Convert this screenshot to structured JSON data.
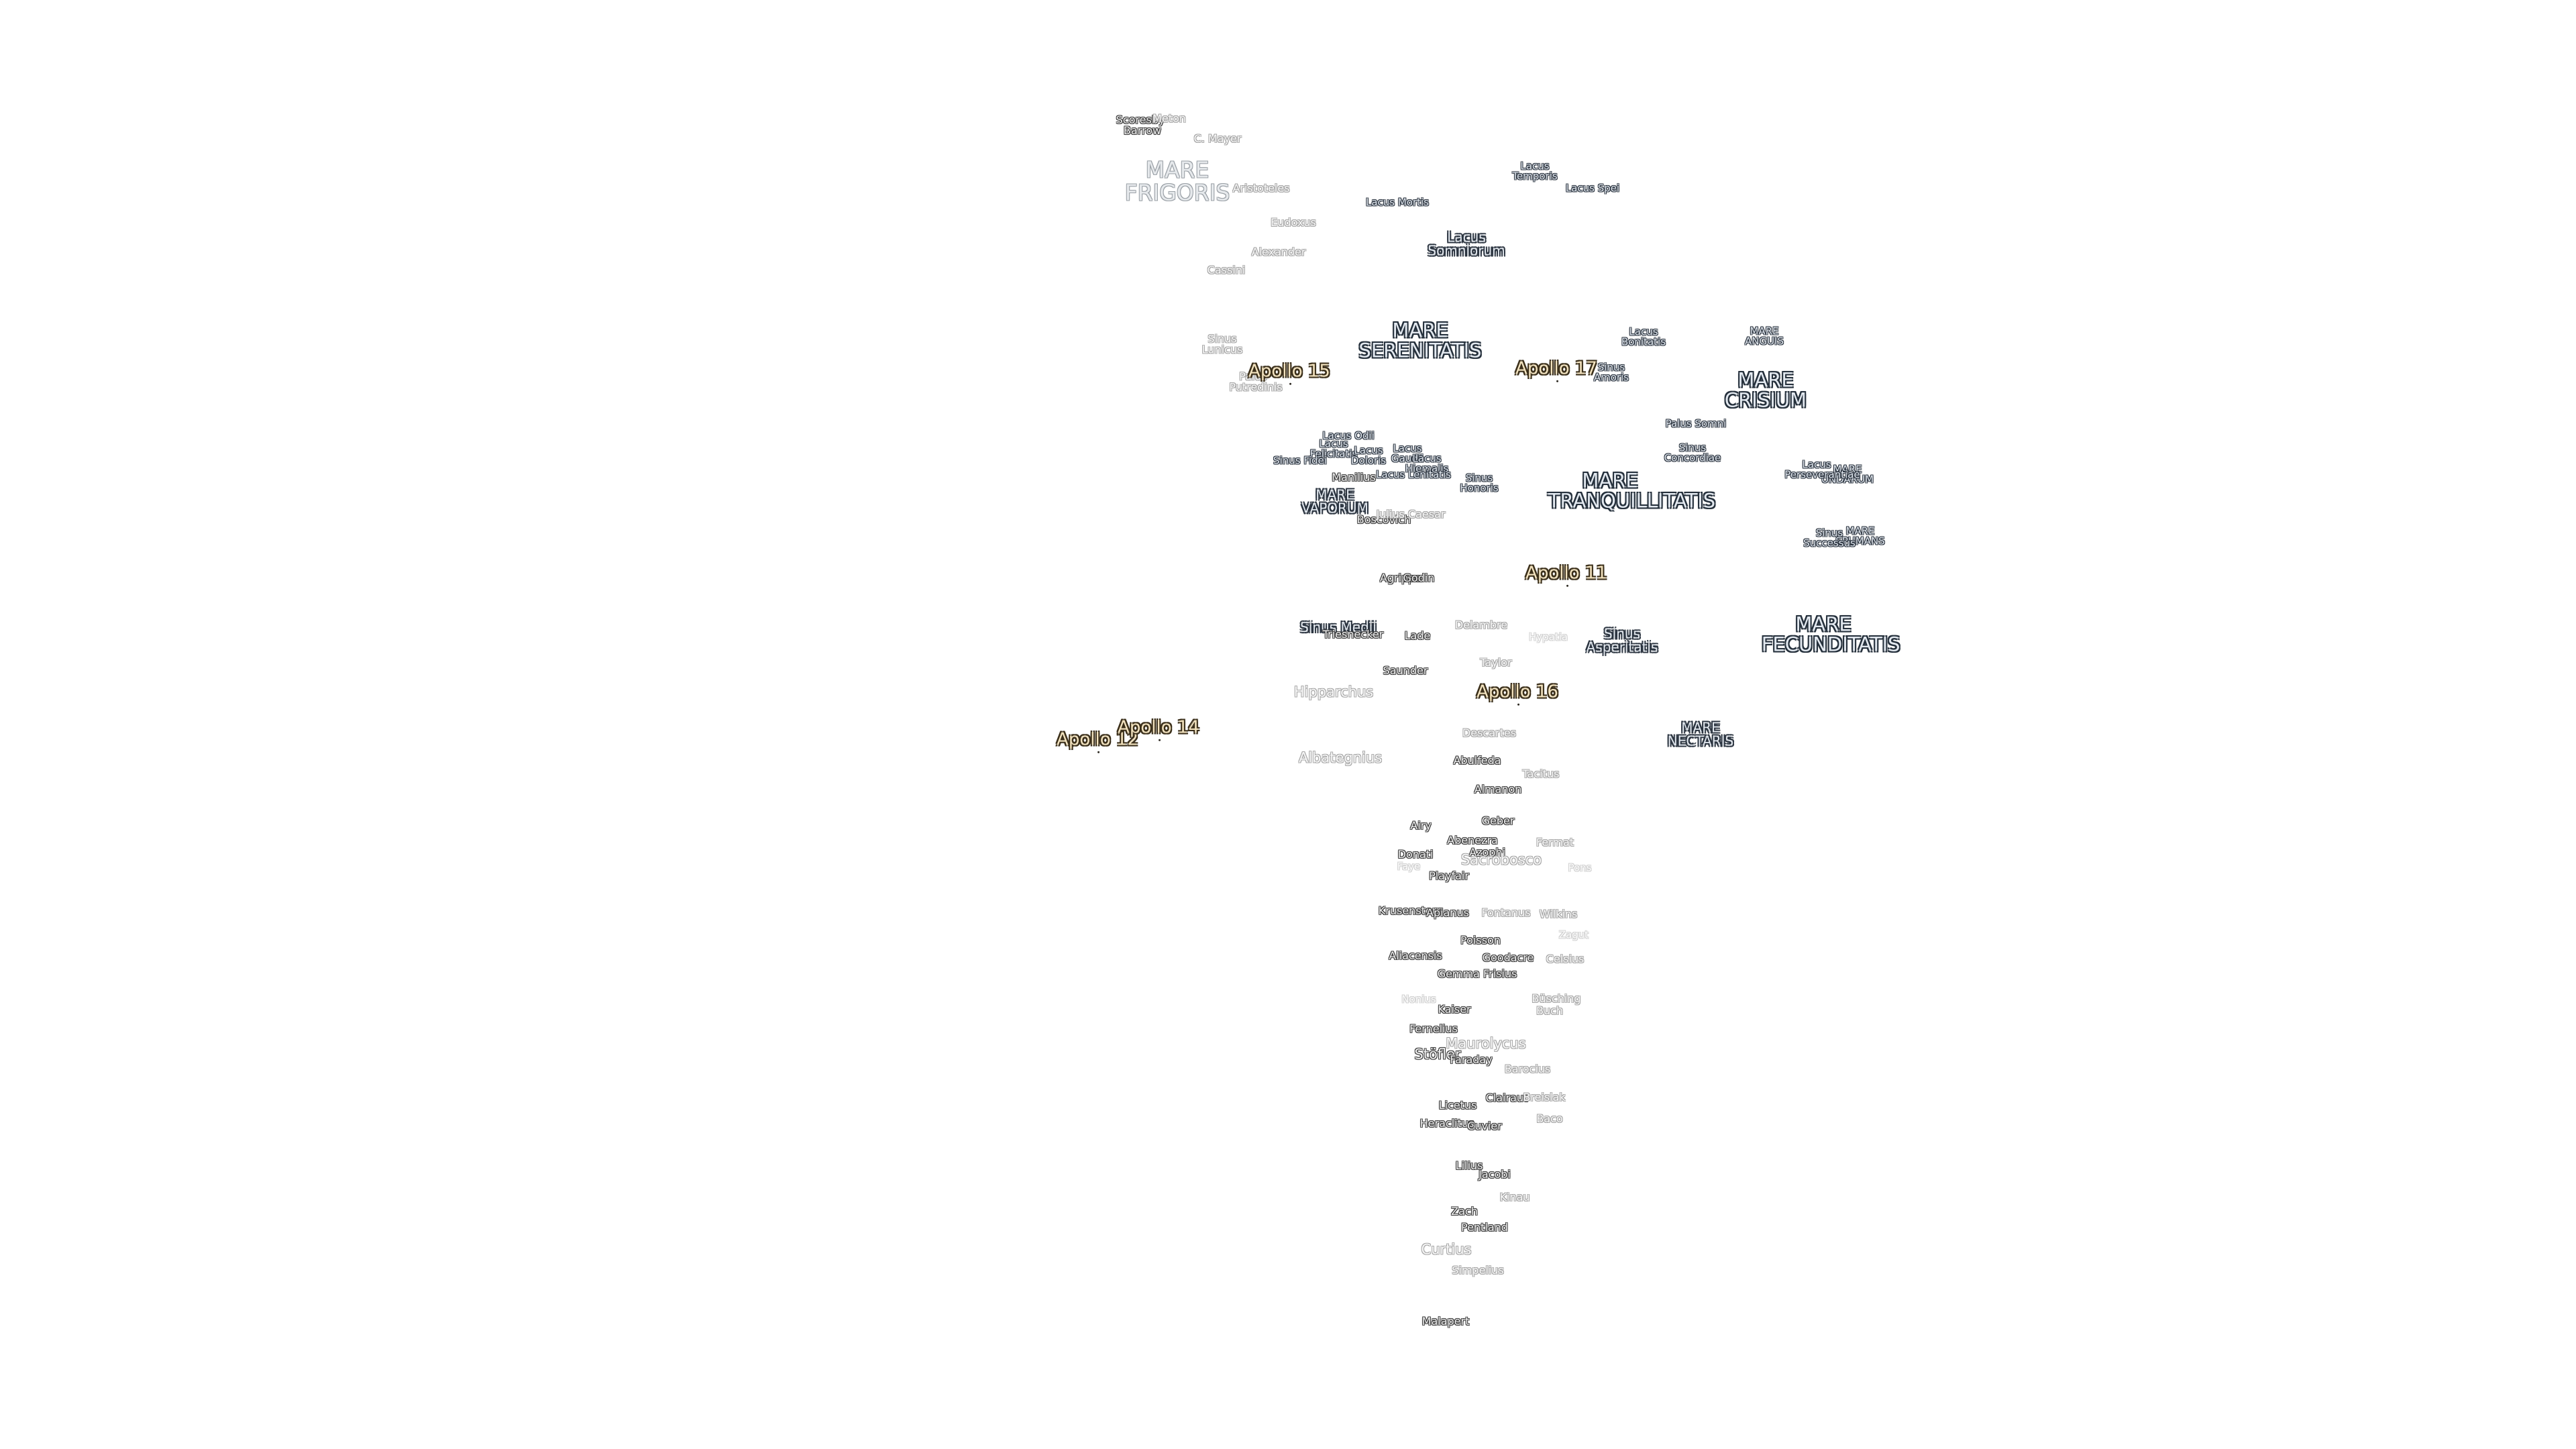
{
  "apollo_sites": [
    {
      "id": "apollo-11",
      "name": "Apollo 11"
    },
    {
      "id": "apollo-12",
      "name": "Apollo 12"
    },
    {
      "id": "apollo-14",
      "name": "Apollo 14"
    },
    {
      "id": "apollo-15",
      "name": "Apollo 15"
    },
    {
      "id": "apollo-16",
      "name": "Apollo 16"
    },
    {
      "id": "apollo-17",
      "name": "Apollo 17"
    }
  ],
  "maria": [
    {
      "id": "mare-frigoris",
      "name": "MARE FRIGORIS"
    },
    {
      "id": "mare-serenitatis",
      "name": "MARE SERENITATIS"
    },
    {
      "id": "mare-tranquillitatis",
      "name": "MARE TRANQUILLITATIS"
    },
    {
      "id": "mare-crisium",
      "name": "MARE CRISIUM"
    },
    {
      "id": "mare-fecunditatis",
      "name": "MARE FECUNDITATIS"
    },
    {
      "id": "mare-nectaris",
      "name": "MARE NECTARIS"
    },
    {
      "id": "mare-vaporum",
      "name": "MARE VAPORUM"
    },
    {
      "id": "mare-anguis",
      "name": "MARE ANGUIS"
    },
    {
      "id": "mare-undarum",
      "name": "MARE UNDARUM"
    },
    {
      "id": "mare-spumans",
      "name": "MARE SPUMANS"
    }
  ],
  "minor_features": [
    {
      "id": "lacus-somniorum",
      "name": "Lacus Somniorum"
    },
    {
      "id": "lacus-mortis",
      "name": "Lacus Mortis"
    },
    {
      "id": "lacus-temporis",
      "name": "Lacus Temporis"
    },
    {
      "id": "lacus-spei",
      "name": "Lacus Spei"
    },
    {
      "id": "lacus-bonitatis",
      "name": "Lacus Bonitatis"
    },
    {
      "id": "sinus-amoris",
      "name": "Sinus Amoris"
    },
    {
      "id": "palus-somni",
      "name": "Palus Somni"
    },
    {
      "id": "sinus-concordiae",
      "name": "Sinus Concordiae"
    },
    {
      "id": "lacus-perseverantiae",
      "name": "Lacus Perseverantiae"
    },
    {
      "id": "sinus-successus",
      "name": "Sinus Successus"
    },
    {
      "id": "sinus-honoris",
      "name": "Sinus Honoris"
    },
    {
      "id": "sinus-asperitatis",
      "name": "Sinus Asperitatis"
    },
    {
      "id": "sinus-medii",
      "name": "Sinus Medii"
    },
    {
      "id": "sinus-lunicus",
      "name": "Sinus Lunicus"
    },
    {
      "id": "palus-putredinis",
      "name": "Palus Putredinis"
    },
    {
      "id": "lacus-odii",
      "name": "Lacus Odii"
    },
    {
      "id": "lacus-felicitatis",
      "name": "Lacus Felicitatis"
    },
    {
      "id": "lacus-doloris",
      "name": "Lacus Doloris"
    },
    {
      "id": "lacus-gaudii",
      "name": "Lacus Gaudii"
    },
    {
      "id": "lacus-hiemalis",
      "name": "Lacus Hiemalis"
    },
    {
      "id": "lacus-lenitatis",
      "name": "Lacus Lenitatis"
    },
    {
      "id": "sinus-fidei",
      "name": "Sinus Fidei"
    }
  ],
  "craters": [
    {
      "id": "crater-scoresby",
      "name": "Scoresby"
    },
    {
      "id": "crater-meton",
      "name": "Meton"
    },
    {
      "id": "crater-barrow",
      "name": "Barrow"
    },
    {
      "id": "crater-c-mayer",
      "name": "C. Mayer"
    },
    {
      "id": "crater-aristoteles",
      "name": "Aristoteles"
    },
    {
      "id": "crater-eudoxus",
      "name": "Eudoxus"
    },
    {
      "id": "crater-alexander",
      "name": "Alexander"
    },
    {
      "id": "crater-cassini",
      "name": "Cassini"
    },
    {
      "id": "crater-manilius",
      "name": "Manilius"
    },
    {
      "id": "crater-boscovich",
      "name": "Boscovich"
    },
    {
      "id": "crater-julius-caesar",
      "name": "Julius Caesar"
    },
    {
      "id": "crater-agrippa",
      "name": "Agrippa"
    },
    {
      "id": "crater-godin",
      "name": "Godin"
    },
    {
      "id": "crater-triesnecker",
      "name": "Triesnecker"
    },
    {
      "id": "crater-lade",
      "name": "Lade"
    },
    {
      "id": "crater-delambre",
      "name": "Delambre"
    },
    {
      "id": "crater-hypatia",
      "name": "Hypatia"
    },
    {
      "id": "crater-taylor",
      "name": "Taylor"
    },
    {
      "id": "crater-saunder",
      "name": "Saunder"
    },
    {
      "id": "crater-hipparchus",
      "name": "Hipparchus"
    },
    {
      "id": "crater-albategnius",
      "name": "Albategnius"
    },
    {
      "id": "crater-descartes",
      "name": "Descartes"
    },
    {
      "id": "crater-abulfeda",
      "name": "Abulfeda"
    },
    {
      "id": "crater-tacitus",
      "name": "Tacitus"
    },
    {
      "id": "crater-almanon",
      "name": "Almanon"
    },
    {
      "id": "crater-airy",
      "name": "Airy"
    },
    {
      "id": "crater-geber",
      "name": "Geber"
    },
    {
      "id": "crater-abenezra",
      "name": "Abenezra"
    },
    {
      "id": "crater-fermat",
      "name": "Fermat"
    },
    {
      "id": "crater-donati",
      "name": "Donati"
    },
    {
      "id": "crater-azophi",
      "name": "Azophi"
    },
    {
      "id": "crater-sacrobosco",
      "name": "Sacrobosco"
    },
    {
      "id": "crater-faye",
      "name": "Faye"
    },
    {
      "id": "crater-pons",
      "name": "Pons"
    },
    {
      "id": "crater-playfair",
      "name": "Playfair"
    },
    {
      "id": "crater-krusenstern",
      "name": "Krusenstern"
    },
    {
      "id": "crater-apianus",
      "name": "Apianus"
    },
    {
      "id": "crater-fontanus",
      "name": "Fontanus"
    },
    {
      "id": "crater-wilkins",
      "name": "Wilkins"
    },
    {
      "id": "crater-zagut",
      "name": "Zagut"
    },
    {
      "id": "crater-poisson",
      "name": "Poisson"
    },
    {
      "id": "crater-aliacensis",
      "name": "Aliacensis"
    },
    {
      "id": "crater-goodacre",
      "name": "Goodacre"
    },
    {
      "id": "crater-celsius",
      "name": "Celsius"
    },
    {
      "id": "crater-gemma-frisius",
      "name": "Gemma Frisius"
    },
    {
      "id": "crater-nonius",
      "name": "Nonius"
    },
    {
      "id": "crater-kaiser",
      "name": "Kaiser"
    },
    {
      "id": "crater-busching",
      "name": "Büsching"
    },
    {
      "id": "crater-buch",
      "name": "Buch"
    },
    {
      "id": "crater-fernelius",
      "name": "Fernelius"
    },
    {
      "id": "crater-maurolycus",
      "name": "Maurolycus"
    },
    {
      "id": "crater-stofler",
      "name": "Stöfler"
    },
    {
      "id": "crater-faraday",
      "name": "Faraday"
    },
    {
      "id": "crater-barocius",
      "name": "Barocius"
    },
    {
      "id": "crater-licetus",
      "name": "Licetus"
    },
    {
      "id": "crater-clairaut",
      "name": "Clairaut"
    },
    {
      "id": "crater-breislak",
      "name": "Breislak"
    },
    {
      "id": "crater-baco",
      "name": "Baco"
    },
    {
      "id": "crater-heraclitus",
      "name": "Heraclitus"
    },
    {
      "id": "crater-cuvier",
      "name": "Cuvier"
    },
    {
      "id": "crater-lilius",
      "name": "Lilius"
    },
    {
      "id": "crater-jacobi",
      "name": "Jacobi"
    },
    {
      "id": "crater-kinau",
      "name": "Kinau"
    },
    {
      "id": "crater-zach",
      "name": "Zach"
    },
    {
      "id": "crater-pentland",
      "name": "Pentland"
    },
    {
      "id": "crater-curtius",
      "name": "Curtius"
    },
    {
      "id": "crater-simpelius",
      "name": "Simpelius"
    },
    {
      "id": "crater-malapert",
      "name": "Malapert"
    }
  ]
}
